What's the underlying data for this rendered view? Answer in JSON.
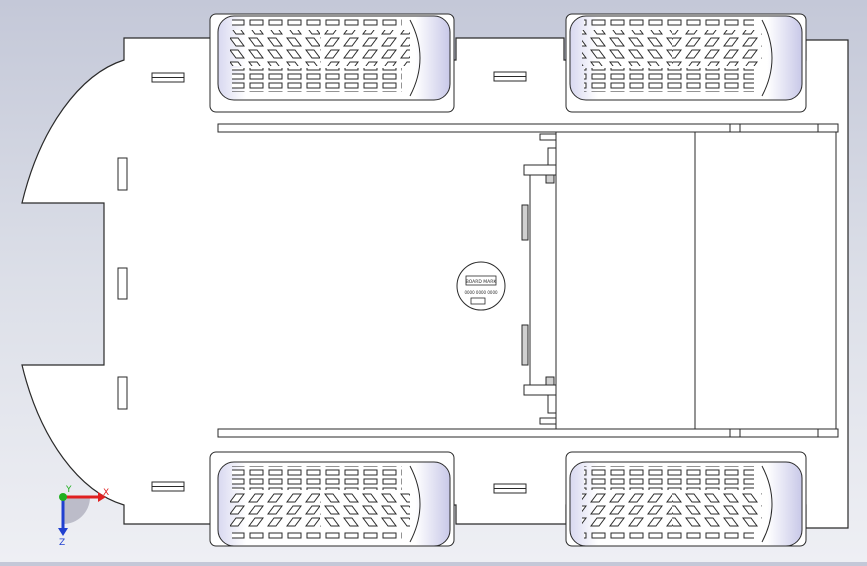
{
  "view": {
    "background_top": "#c4c8d8",
    "background_bottom": "#eeeff4",
    "outline_color": "#2a2a2a",
    "part_fill": "#ffffff",
    "tire_fill": "#ffffff",
    "tire_shade": "#c8c8e8"
  },
  "triad": {
    "x_label": "X",
    "y_label": "Y",
    "z_label": "Z",
    "x_color": "#e02020",
    "y_color": "#20b020",
    "z_color": "#2040d0"
  },
  "chip": {
    "line1": "BOARD MARK",
    "line2": "0000 0000 0000"
  },
  "icons": [
    "coordinate-triad-icon",
    "tire-tread-icon"
  ]
}
